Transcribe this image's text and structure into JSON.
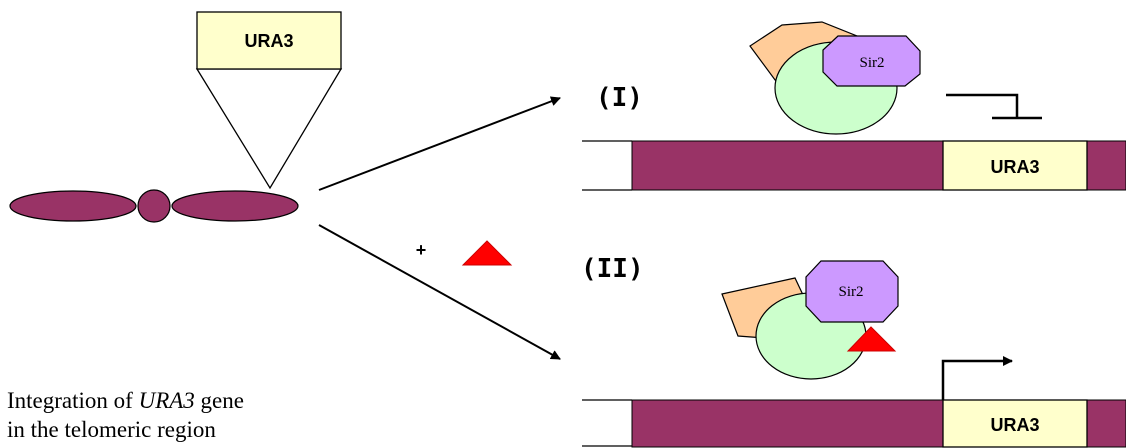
{
  "gene_label": "URA3",
  "protein_label": "Sir2",
  "panel_I": {
    "label": "(I)",
    "gene_label": "URA3"
  },
  "panel_II": {
    "label": "(II)",
    "gene_label": "URA3"
  },
  "plus_sign": "+",
  "caption": {
    "prefix": "Integration of ",
    "gene": "URA3",
    "suffix": " gene",
    "line2": "in the telomeric region"
  },
  "colors": {
    "chromosome": "#993366",
    "gene_box": "#ffffcc",
    "protein_sir2": "#cc99ff",
    "protein_green": "#ccffcc",
    "protein_orange": "#ffcc99",
    "ligand": "#ff0000"
  }
}
